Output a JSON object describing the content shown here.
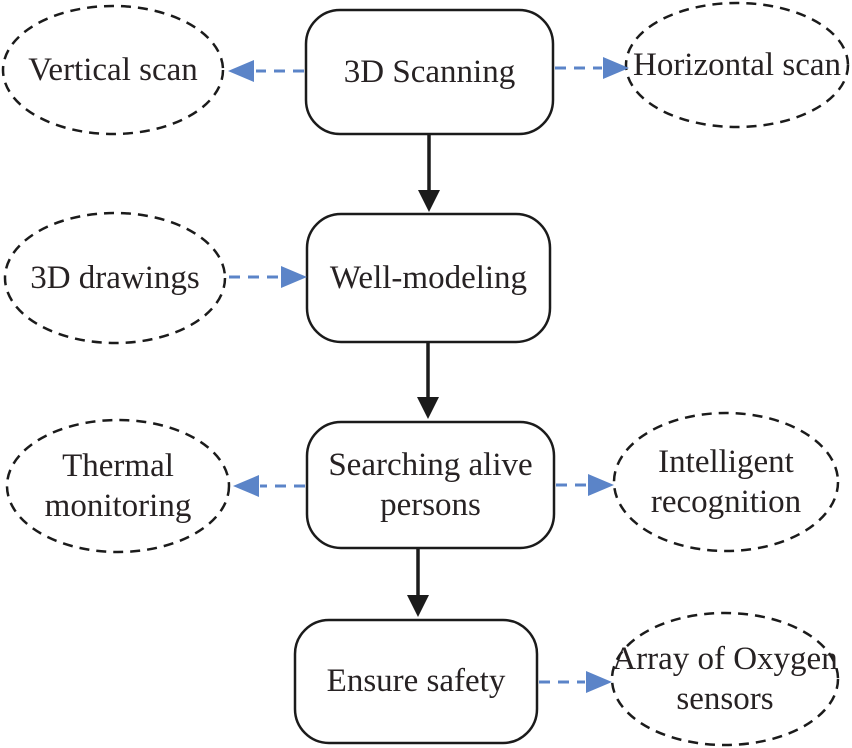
{
  "colors": {
    "background": "#ffffff",
    "outline": "#1b1b1b",
    "text": "#272223",
    "link": "#5b84c8"
  },
  "diagram": {
    "type": "flowchart",
    "nodes": {
      "scanning": "3D Scanning",
      "well_modeling": "Well-modeling",
      "searching": "Searching alive persons",
      "ensure_safety": "Ensure safety",
      "vertical_scan": "Vertical scan",
      "horizontal_scan": "Horizontal scan",
      "drawings": "3D drawings",
      "thermal": "Thermal monitoring",
      "intelligent": "Intelligent recognition",
      "oxygen": "Array of Oxygen sensors"
    },
    "edges": [
      {
        "from": "3D Scanning",
        "to": "Vertical scan",
        "style": "dashed-blue"
      },
      {
        "from": "3D Scanning",
        "to": "Horizontal scan",
        "style": "dashed-blue"
      },
      {
        "from": "3D Scanning",
        "to": "Well-modeling",
        "style": "solid-black"
      },
      {
        "from": "3D drawings",
        "to": "Well-modeling",
        "style": "dashed-blue"
      },
      {
        "from": "Well-modeling",
        "to": "Searching alive persons",
        "style": "solid-black"
      },
      {
        "from": "Searching alive persons",
        "to": "Thermal monitoring",
        "style": "dashed-blue"
      },
      {
        "from": "Searching alive persons",
        "to": "Intelligent recognition",
        "style": "dashed-blue"
      },
      {
        "from": "Searching alive persons",
        "to": "Ensure safety",
        "style": "solid-black"
      },
      {
        "from": "Ensure safety",
        "to": "Array of Oxygen sensors",
        "style": "dashed-blue"
      }
    ]
  }
}
